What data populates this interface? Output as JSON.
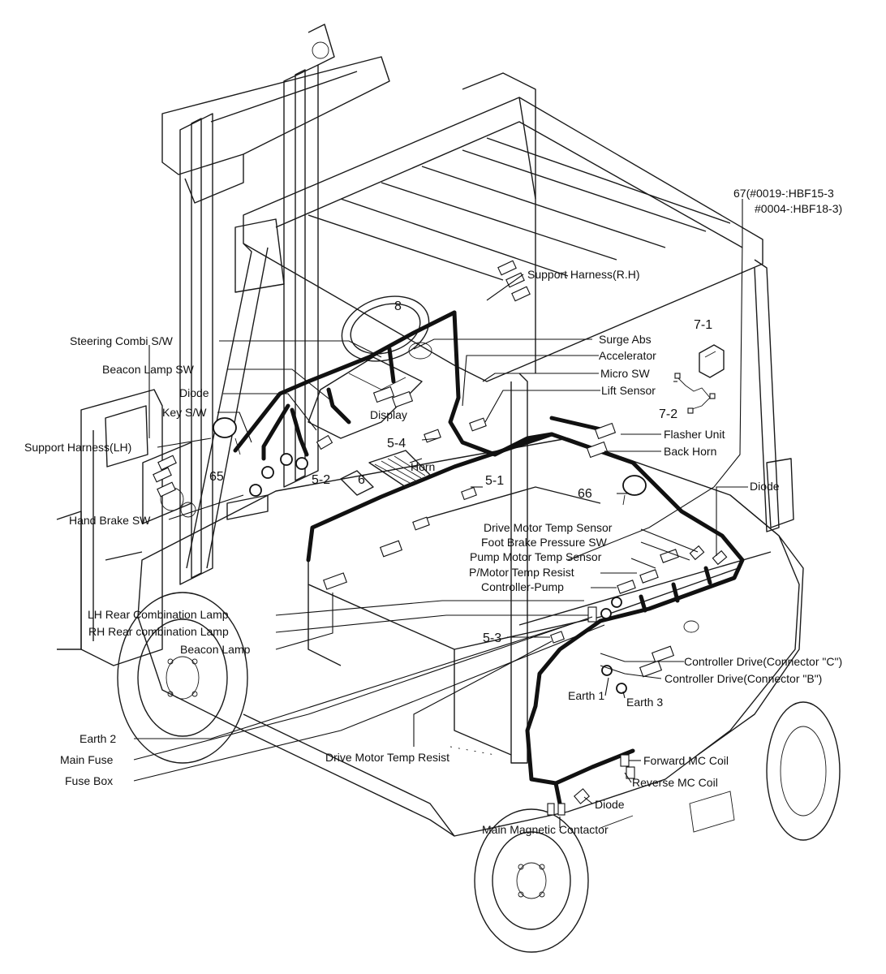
{
  "diagram": {
    "labels": {
      "callout_67_line1": "67(#0019-:HBF15-3",
      "callout_67_line2": "#0004-:HBF18-3)",
      "support_harness_rh": "Support Harness(R.H)",
      "num_8": "8",
      "num_7_1": "7-1",
      "num_7_2": "7-2",
      "steering_combi_sw": "Steering Combi S/W",
      "surge_abs": "Surge Abs",
      "accelerator": "Accelerator",
      "beacon_lamp_sw": "Beacon Lamp SW",
      "micro_sw": "Micro SW",
      "diode_upper": "Diode",
      "lift_sensor": "Lift Sensor",
      "key_sw": "Key S/W",
      "display": "Display",
      "support_harness_lh": "Support Harness(LH)",
      "num_5_4": "5-4",
      "flasher_unit": "Flasher Unit",
      "back_horn": "Back Horn",
      "horn": "Horn",
      "num_65": "65",
      "num_5_2": "5-2",
      "num_6": "6",
      "num_5_1": "5-1",
      "num_66": "66",
      "diode_right": "Diode",
      "hand_brake_sw": "Hand Brake SW",
      "drive_motor_temp_sensor": "Drive Motor Temp Sensor",
      "foot_brake_pressure_sw": "Foot Brake Pressure SW",
      "pump_motor_temp_sensor": "Pump Motor Temp Sensor",
      "p_motor_temp_resist": "P/Motor Temp Resist",
      "controller_pump": "Controller-Pump",
      "lh_rear_combination_lamp": "LH Rear Combination Lamp",
      "rh_rear_combination_lamp": "RH Rear combination Lamp",
      "beacon_lamp": "Beacon Lamp",
      "num_5_3": "5-3",
      "controller_drive_c": "Controller Drive(Connector \"C\")",
      "controller_drive_b": "Controller Drive(Connector \"B\")",
      "earth_1": "Earth 1",
      "earth_3": "Earth 3",
      "earth_2": "Earth 2",
      "main_fuse": "Main Fuse",
      "drive_motor_temp_resist": "Drive Motor Temp Resist",
      "fuse_box": "Fuse Box",
      "forward_mc_coil": "Forward MC Coil",
      "reverse_mc_coil": "Reverse MC Coil",
      "diode_lower": "Diode",
      "main_magnetic_contactor": "Main Magnetic Contactor"
    }
  }
}
